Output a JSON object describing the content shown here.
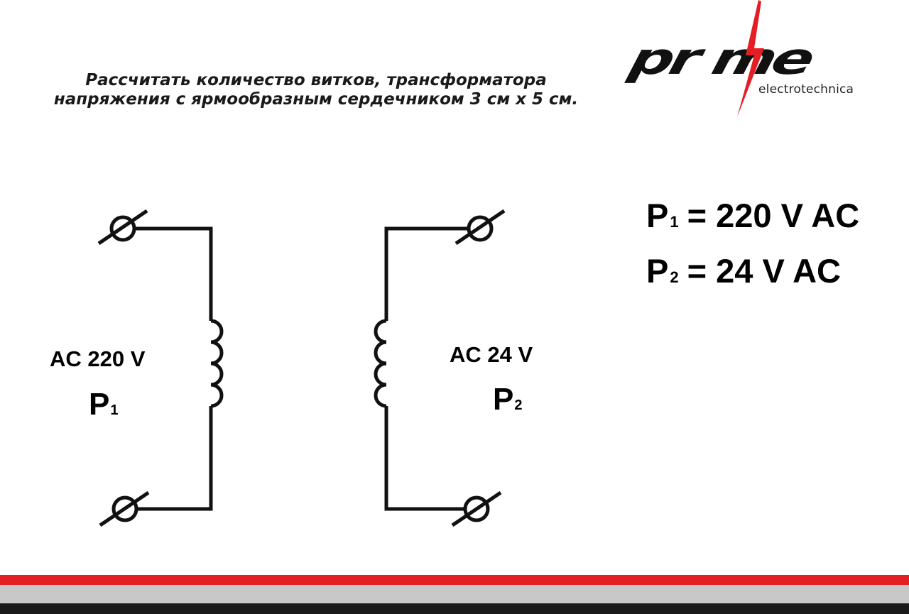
{
  "header": {
    "title_line1": "Рассчитать  количество витков, трансформатора",
    "title_line2": "напряжения с ярмообразным сердечником 3 см х 5 см."
  },
  "logo": {
    "word": "pr me",
    "subtitle": "electrotechnica",
    "bolt_icon": "lightning-bolt-icon",
    "bolt_color": "#e31e24"
  },
  "diagram": {
    "primary": {
      "ac_label": "AC  220 V",
      "name": "P",
      "index": "1"
    },
    "secondary": {
      "ac_label": "AC  24 V",
      "name": "P",
      "index": "2"
    }
  },
  "equations": [
    {
      "name": "P",
      "index": "1",
      "rhs": "= 220 V AC"
    },
    {
      "name": "P",
      "index": "2",
      "rhs": "= 24 V AC"
    }
  ],
  "footer_colors": {
    "red": "#e31e24",
    "gray": "#c8c8c8",
    "black": "#1a1a1a"
  }
}
